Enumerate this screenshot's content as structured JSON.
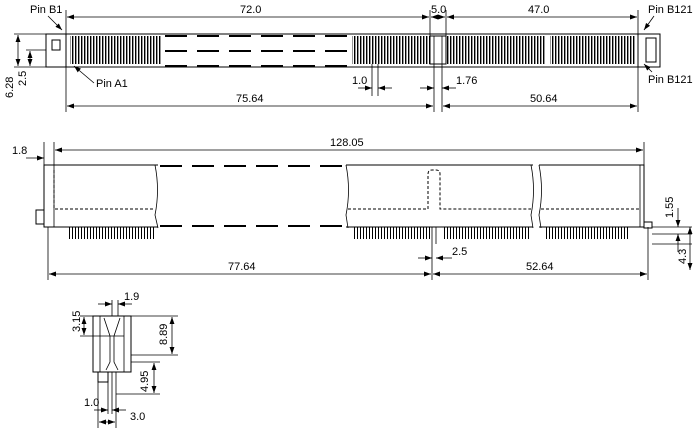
{
  "top_view": {
    "dims": {
      "seg_a": "72.0",
      "seg_b": "5.0",
      "seg_c": "47.0",
      "pitch": "1.0",
      "offset": "1.76",
      "left_span": "75.64",
      "right_span": "50.64",
      "height": "6.28",
      "half_height": "2.5"
    },
    "labels": {
      "pin_b1": "Pin B1",
      "pin_a1": "Pin A1",
      "pin_b121_top": "Pin B121",
      "pin_b121_bottom": "Pin B121"
    }
  },
  "front_view": {
    "dims": {
      "overall": "128.05",
      "edge": "1.8",
      "key_width": "2.5",
      "left_span": "77.64",
      "right_span": "52.64",
      "standoff": "1.55",
      "tail": "4.3"
    }
  },
  "side_view": {
    "dims": {
      "width": "1.9",
      "upper": "3.15",
      "body_height": "8.89",
      "lower": "4.95",
      "pitch": "1.0",
      "depth": "3.0"
    }
  }
}
